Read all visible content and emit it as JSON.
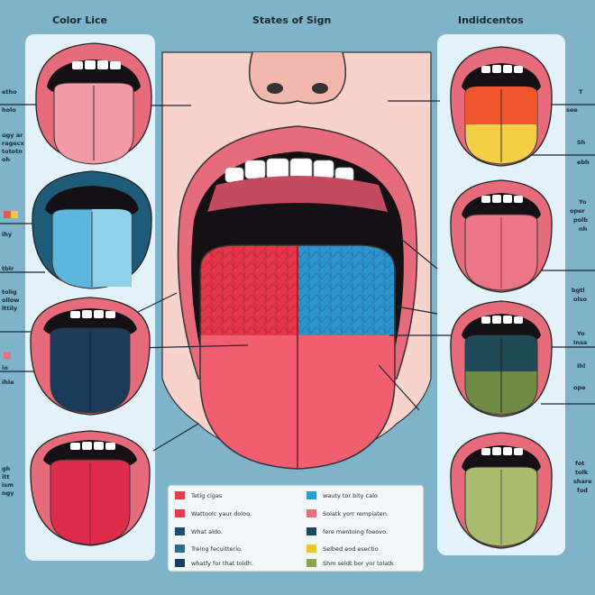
{
  "headers": {
    "left": "Color Lice",
    "center": "States of Sign",
    "right": "Indidcentos"
  },
  "colors": {
    "background": "#7fb3c9",
    "panel": "#e3f1f8",
    "skin": "#f8d3cb",
    "lip": "#e66b7b",
    "mouth_dark": "#141014"
  },
  "left_column": [
    {
      "fills": [
        "#f29aa5",
        "#f29aa5"
      ],
      "labels": [
        "etho",
        "holo"
      ]
    },
    {
      "fills": [
        "#5cb6dd",
        "#8fd0ea"
      ],
      "labels": [
        "ugy ar",
        "ragecx",
        "tototn",
        "oh"
      ]
    },
    {
      "fills": [
        "#1a3c5a",
        "#1a3c5a"
      ],
      "labels": [
        "ihy",
        "tblr",
        "tolig",
        "ollow",
        "lttily"
      ]
    },
    {
      "fills": [
        "#dd2d4a",
        "#dd2d4a"
      ],
      "labels": [
        "io",
        "ihle"
      ]
    }
  ],
  "left_bottom_labels": [
    "gh",
    "itt",
    "ism",
    "ngy"
  ],
  "right_column": [
    {
      "fills": [
        "#f0552e",
        "#f2cf47"
      ],
      "labels": [
        "T",
        "see",
        "Sh",
        "ebh"
      ]
    },
    {
      "fills": [
        "#ec7586",
        "#ec7586"
      ],
      "labels": [
        "Yo",
        "oper",
        "polb",
        "nh"
      ]
    },
    {
      "fills": [
        "#1f4a55",
        "#6f8b43"
      ],
      "labels": [
        "bgtl",
        "olso",
        "Yo",
        "Insa",
        "Ihl"
      ]
    },
    {
      "fills": [
        "#a9bb6d",
        "#a9bb6d"
      ],
      "labels": [
        "ope",
        "fot",
        "tolk",
        "share",
        "fod"
      ]
    }
  ],
  "legend": [
    {
      "color": "#e63a4d",
      "text": "Tetig cigas"
    },
    {
      "color": "#2f9dd1",
      "text": "wauty tor bity calo"
    },
    {
      "color": "#e63a4d",
      "text": "Wattoolc yaur doloo."
    },
    {
      "color": "#e8707a",
      "text": "Solatk yorr rempiaten."
    },
    {
      "color": "#1c4d72",
      "text": "What aldo."
    },
    {
      "color": "#1d4a5a",
      "text": "fere mentoing foeovo."
    },
    {
      "color": "#2a6d8c",
      "text": "Treing fecuitterio."
    },
    {
      "color": "#e7c63b",
      "text": "Selbed eod esectio"
    },
    {
      "color": "#173f60",
      "text": "whatfy for that toldh."
    },
    {
      "color": "#8aa350",
      "text": "Shm seldt bor yor tolatk"
    }
  ]
}
